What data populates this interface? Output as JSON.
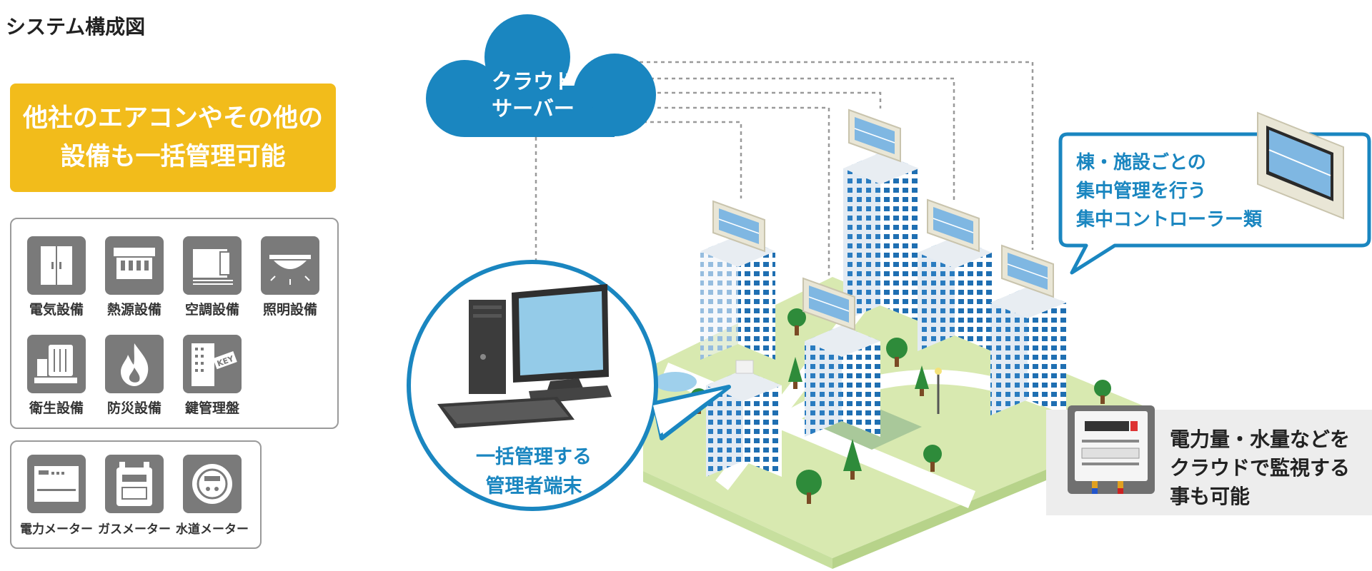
{
  "title": "システム構成図",
  "banner": {
    "line1": "他社のエアコンやその他の",
    "line2": "設備も一括管理可能"
  },
  "equipment": [
    {
      "label": "電気設備",
      "icon": "switchboard-icon"
    },
    {
      "label": "熱源設備",
      "icon": "heat-source-icon"
    },
    {
      "label": "空調設備",
      "icon": "air-conditioner-icon"
    },
    {
      "label": "照明設備",
      "icon": "ceiling-light-icon"
    },
    {
      "label": "衛生設備",
      "icon": "water-pump-icon"
    },
    {
      "label": "防災設備",
      "icon": "fire-icon"
    },
    {
      "label": "鍵管理盤",
      "icon": "key-panel-icon"
    }
  ],
  "meters": [
    {
      "label": "電力メーター",
      "icon": "power-meter-icon"
    },
    {
      "label": "ガスメーター",
      "icon": "gas-meter-icon"
    },
    {
      "label": "水道メーター",
      "icon": "water-meter-icon"
    }
  ],
  "cloud": {
    "line1": "クラウド",
    "line2": "サーバー"
  },
  "terminal": {
    "line1": "一括管理する",
    "line2": "管理者端末"
  },
  "controller_note": {
    "line1": "棟・施設ごとの",
    "line2": "集中管理を行う",
    "line3": "集中コントローラー類"
  },
  "meter_note": {
    "line1": "電力量・水量などを",
    "line2": "クラウドで監視する",
    "line3": "事も可能"
  },
  "colors": {
    "accent": "#1a86c0",
    "banner": "#f2bc1b",
    "tile": "#7a7a7a",
    "ground": "#d8e9b0"
  }
}
